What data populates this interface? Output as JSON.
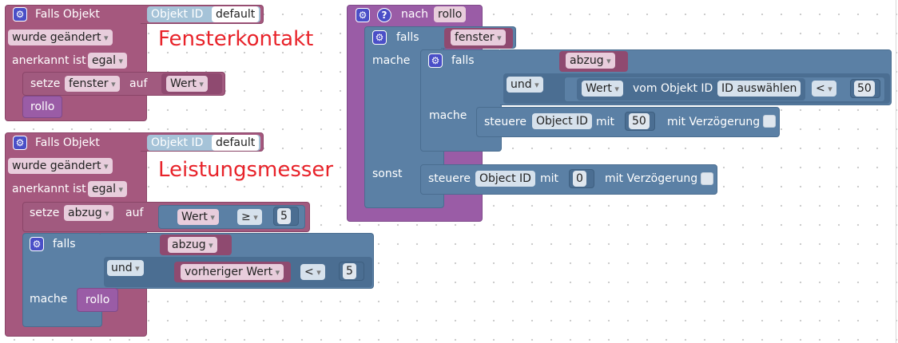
{
  "annotations": {
    "fensterkontakt": "Fensterkontakt",
    "leistungsmesser": "Leistungsmesser"
  },
  "block1": {
    "title": "Falls Objekt",
    "object_id_label": "Objekt ID",
    "object_id_value": "default",
    "trigger": "wurde geändert",
    "ack_label": "anerkannt ist",
    "ack_value": "egal",
    "set_label": "setze",
    "set_var": "fenster",
    "set_on": "auf",
    "set_value": "Wert",
    "call": "rollo"
  },
  "block2": {
    "title": "Falls Objekt",
    "object_id_label": "Objekt ID",
    "object_id_value": "default",
    "trigger": "wurde geändert",
    "ack_label": "anerkannt ist",
    "ack_value": "egal",
    "set_label": "setze",
    "set_var": "abzug",
    "set_on": "auf",
    "cmp_left": "Wert",
    "cmp_op": "≥",
    "cmp_right": "5",
    "if_label": "falls",
    "if_var": "abzug",
    "and_label": "und",
    "prev_value": "vorheriger Wert",
    "prev_op": "<",
    "prev_right": "5",
    "do_label": "mache",
    "call": "rollo"
  },
  "block3": {
    "title": "nach",
    "name": "rollo",
    "if_label": "falls",
    "if_var": "fenster",
    "do_label": "mache",
    "inner_if_label": "falls",
    "inner_var": "abzug",
    "and_label": "und",
    "value_label": "Wert",
    "from_object": "vom Objekt ID",
    "select_id": "ID auswählen",
    "op": "<",
    "threshold": "50",
    "inner_do_label": "mache",
    "control_label": "steuere",
    "object_id": "Object ID",
    "with_label": "mit",
    "value_on": "50",
    "delay_label": "mit Verzögerung",
    "else_label": "sonst",
    "else_control": "steuere",
    "else_object_id": "Object ID",
    "else_with": "mit",
    "value_off": "0",
    "else_delay": "mit Verzögerung"
  }
}
